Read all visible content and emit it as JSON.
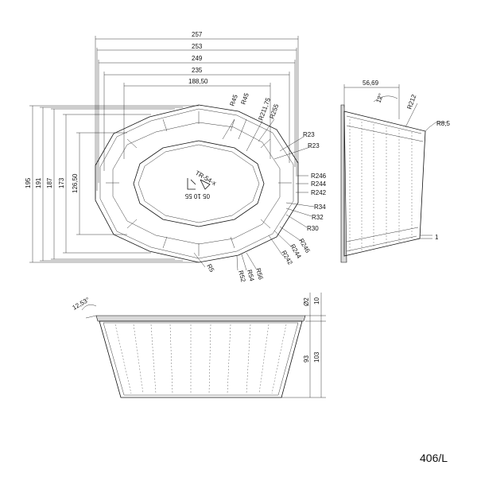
{
  "part_number": "406/L",
  "top_view": {
    "horizontal_dims": [
      "257",
      "253",
      "249",
      "235",
      "188,50"
    ],
    "vertical_dims": [
      "195",
      "191",
      "187",
      "173",
      "126,50"
    ],
    "radius_labels": [
      "R45",
      "R45",
      "R211,75",
      "R255",
      "R23",
      "R23",
      "R246",
      "R244",
      "R242",
      "R34",
      "R32",
      "R30",
      "R246",
      "R244",
      "R242",
      "R56",
      "R54",
      "R52",
      "R5"
    ],
    "stamp_text": "TR-54-x",
    "stamp_code": "05 10 55"
  },
  "side_view": {
    "width_dim": "56,69",
    "angle": "12°",
    "radius_top": "R212",
    "radius_corner": "R8,5",
    "step_dim": "1"
  },
  "front_view": {
    "angle": "12,53°",
    "dims": [
      "Ø2",
      "10",
      "93",
      "103"
    ]
  }
}
